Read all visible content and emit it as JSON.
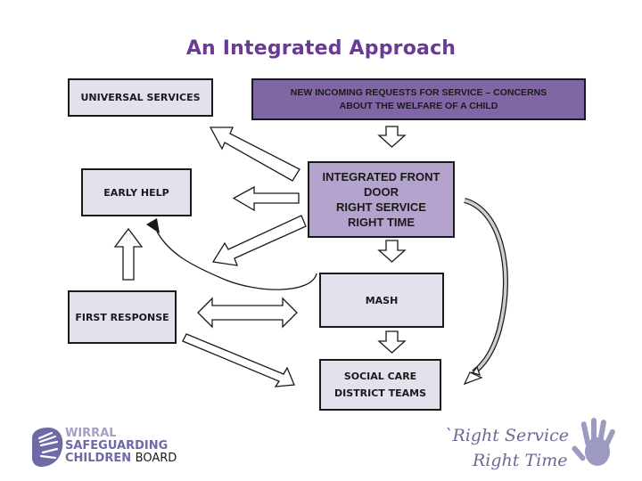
{
  "title": "An Integrated Approach",
  "boxes": {
    "universal_services": "UNIVERSAL SERVICES",
    "new_requests_line1": "NEW INCOMING  REQUESTS FOR SERVICE – CONCERNS",
    "new_requests_line2": "ABOUT THE WELFARE OF A CHILD",
    "early_help": "EARLY HELP",
    "front_door_line1": "INTEGRATED FRONT",
    "front_door_line2": "DOOR",
    "front_door_line3": "RIGHT SERVICE",
    "front_door_line4": "RIGHT TIME",
    "first_response": "FIRST RESPONSE",
    "mash": "MASH",
    "social_care_line1": "SOCIAL CARE",
    "social_care_line2": "DISTRICT TEAMS"
  },
  "logo": {
    "line1": "WIRRAL",
    "line2": "SAFEGUARDING",
    "line3": "CHILDREN",
    "line3_suffix": "BOARD"
  },
  "tagline": {
    "line1": "`Right Service",
    "line2": "Right Time"
  },
  "colors": {
    "title": "#6a3a96",
    "box_light": "#e4e0ec",
    "box_purple_dark": "#8066a4",
    "box_purple_mid": "#b3a3cd"
  }
}
